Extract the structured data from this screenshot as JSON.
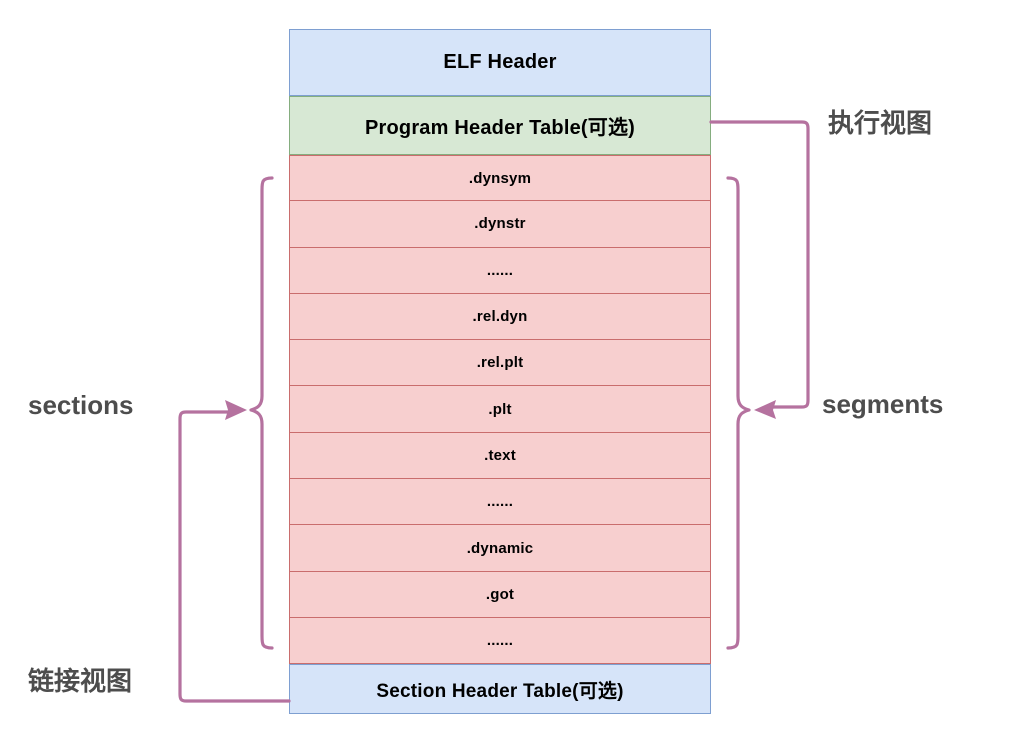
{
  "diagram": {
    "title": "ELF file layout: linking view vs execution view",
    "colors": {
      "header_fill": "#d6e4f9",
      "header_stroke": "#7e9fd1",
      "program_header_fill": "#d7e8d4",
      "program_header_stroke": "#85ad7f",
      "section_fill": "#f7cfcf",
      "section_stroke": "#c96d6d",
      "connector": "#b5729f",
      "label_text": "#4d4d4d"
    }
  },
  "elf": {
    "header": "ELF Header",
    "program_header_table": "Program Header Table(可选)",
    "sections": [
      ".dynsym",
      ".dynstr",
      "......",
      ".rel.dyn",
      ".rel.plt",
      ".plt",
      ".text",
      "......",
      ".dynamic",
      ".got",
      "......"
    ],
    "section_header_table": "Section Header Table(可选)"
  },
  "labels": {
    "sections": "sections",
    "segments": "segments",
    "linking_view": "链接视图",
    "execution_view": "执行视图"
  }
}
